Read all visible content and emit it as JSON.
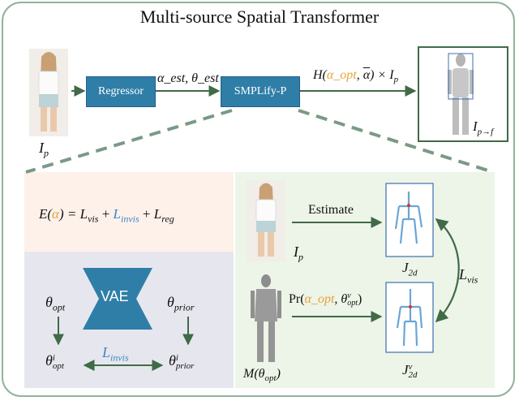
{
  "title": "Multi-source Spatial Transformer",
  "top": {
    "regressor_label": "Regressor",
    "smplify_label": "SMPLify-P",
    "alpha_theta_est": "α_est, θ_est",
    "input_label_base": "I",
    "input_label_sub": "p",
    "warp_left": "H(",
    "warp_alpha_opt": "α_opt",
    "warp_alpha_bar": "α",
    "warp_right": ") × I",
    "warp_sub": "p",
    "output_label_base": "I",
    "output_label_sub": "p→f"
  },
  "energy": {
    "lhs_left": "E(",
    "lhs_alpha": "α",
    "lhs_right": ") = ",
    "l_vis": "L",
    "l_vis_sub": "vis",
    "plus1": "+",
    "l_invis": "L",
    "l_invis_sub": "invis",
    "plus2": "+",
    "l_reg": "L",
    "l_reg_sub": "reg"
  },
  "vae": {
    "vae_label": "VAE",
    "theta_opt": "θ",
    "theta_opt_sub": "opt",
    "theta_prior": "θ",
    "theta_prior_sub": "prior",
    "theta_opt_i": "θ",
    "theta_opt_i_sup": "i",
    "theta_opt_i_sub": "opt",
    "theta_prior_i": "θ",
    "theta_prior_i_sup": "i",
    "theta_prior_i_sub": "prior",
    "l_invis": "L",
    "l_invis_sub": "invis"
  },
  "right": {
    "estimate_label": "Estimate",
    "ip_base": "I",
    "ip_sub": "p",
    "j2d": "J",
    "j2d_sub": "2d",
    "jv2d": "J",
    "jv2d_sup": "v",
    "jv2d_sub": "2d",
    "l_vis": "L",
    "l_vis_sub": "vis",
    "pr_left": "Pr(",
    "pr_alpha": "α_opt",
    "pr_mid": ", θ",
    "pr_sup": "v",
    "pr_sub": "opt",
    "pr_right": ")",
    "m_label": "M(θ",
    "m_sub": "opt",
    "m_right": ")"
  },
  "colors": {
    "frame": "#8fb39d",
    "box_blue": "#2f7ea8",
    "arrow_green": "#3f6b47",
    "energy_bg": "#fdf1ea",
    "vae_bg": "#e6e7ee",
    "right_bg": "#edf4e8",
    "orange": "#e8a23a",
    "blue_text": "#3b86c6"
  }
}
